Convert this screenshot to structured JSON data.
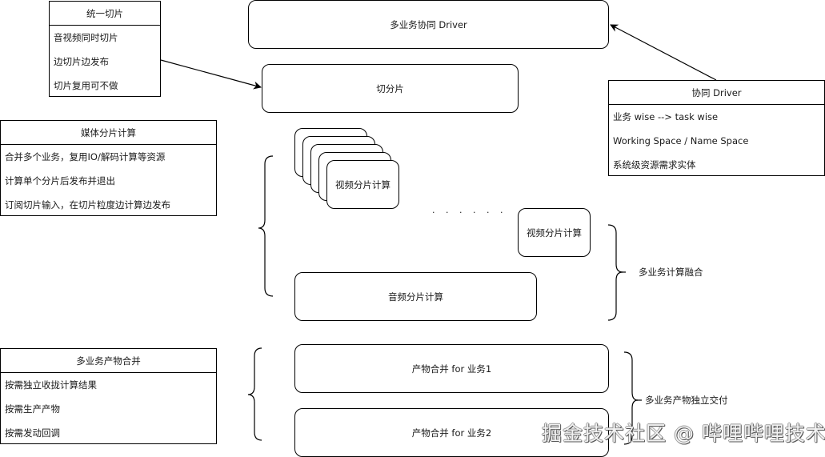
{
  "notes": {
    "unified_slicing": {
      "title": "统一切片",
      "items": [
        "音视频同时切片",
        "边切片边发布",
        "切片复用可不做"
      ]
    },
    "media_slice_compute": {
      "title": "媒体分片计算",
      "items": [
        "合并多个业务，复用IO/解码计算等资源",
        "计算单个分片后发布并退出",
        "订阅切片输入，在切片粒度边计算边发布"
      ]
    },
    "multi_business_merge": {
      "title": "多业务产物合并",
      "items": [
        "按需独立收拢计算结果",
        "按需生产产物",
        "按需发动回调"
      ]
    },
    "coordination_driver": {
      "title": "协同 Driver",
      "items": [
        "业务 wise --> task wise",
        "Working Space / Name Space",
        "系统级资源需求实体"
      ]
    }
  },
  "nodes": {
    "driver": "多业务协同 Driver",
    "slicer": "切分片",
    "video_compute": "视频分片计算",
    "video_compute_last": "视频分片计算",
    "ellipsis": "· · · · · ·",
    "audio_compute": "音频分片计算",
    "merge_1": "产物合并 for 业务1",
    "merge_2": "产物合并 for 业务2"
  },
  "braces": {
    "compute_fusion": "多业务计算融合",
    "independent_delivery": "多业务产物独立交付"
  },
  "watermark": "掘金技术社区 @ 哔哩哔哩技术",
  "colors": {
    "stroke": "#000000",
    "background": "#ffffff",
    "text": "#1a1a1a"
  }
}
